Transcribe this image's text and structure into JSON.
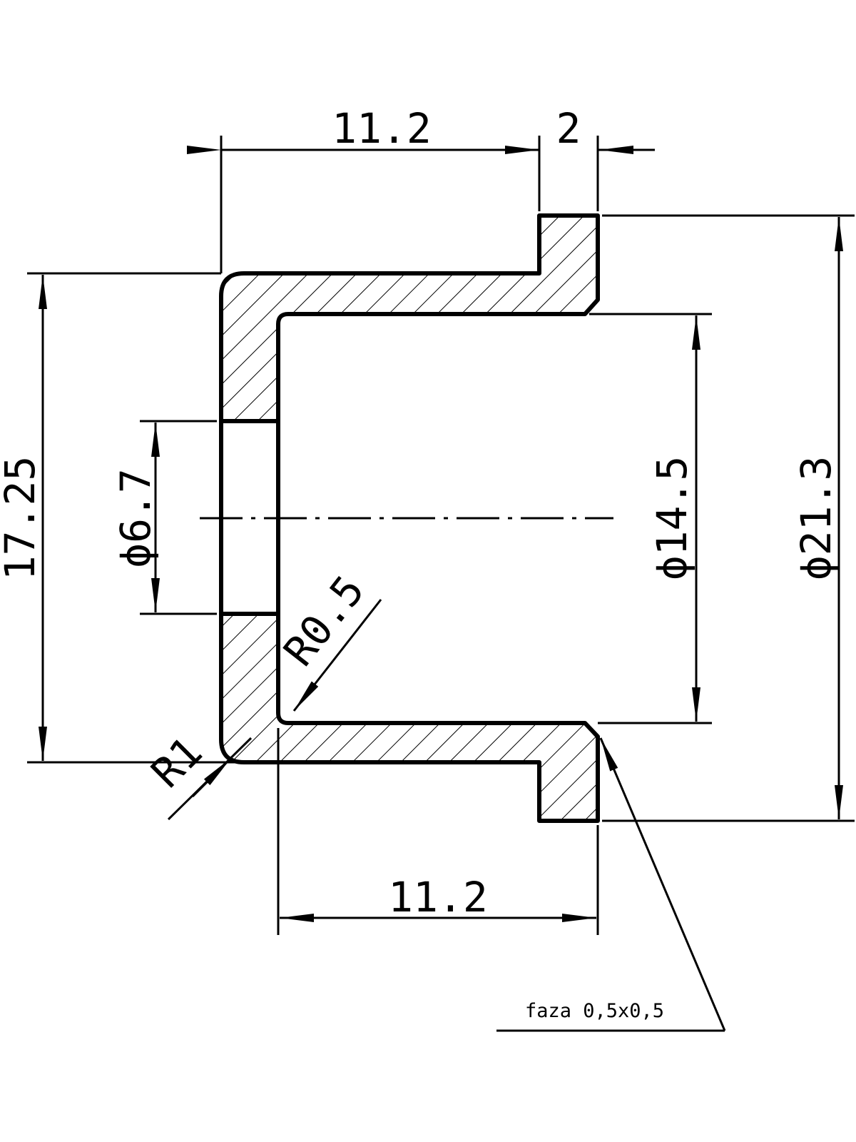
{
  "dimensions": {
    "top_length": "11.2",
    "flange_width": "2",
    "outer_height": "17.25",
    "hole_diameter": "ϕ6.7",
    "bore_diameter": "ϕ14.5",
    "flange_diameter": "ϕ21.3",
    "inner_radius": "R0.5",
    "outer_radius": "R1",
    "bottom_length": "11.2"
  },
  "notes": {
    "chamfer": "faza 0,5x0,5"
  },
  "colors": {
    "line": "#000000",
    "background": "#ffffff"
  }
}
